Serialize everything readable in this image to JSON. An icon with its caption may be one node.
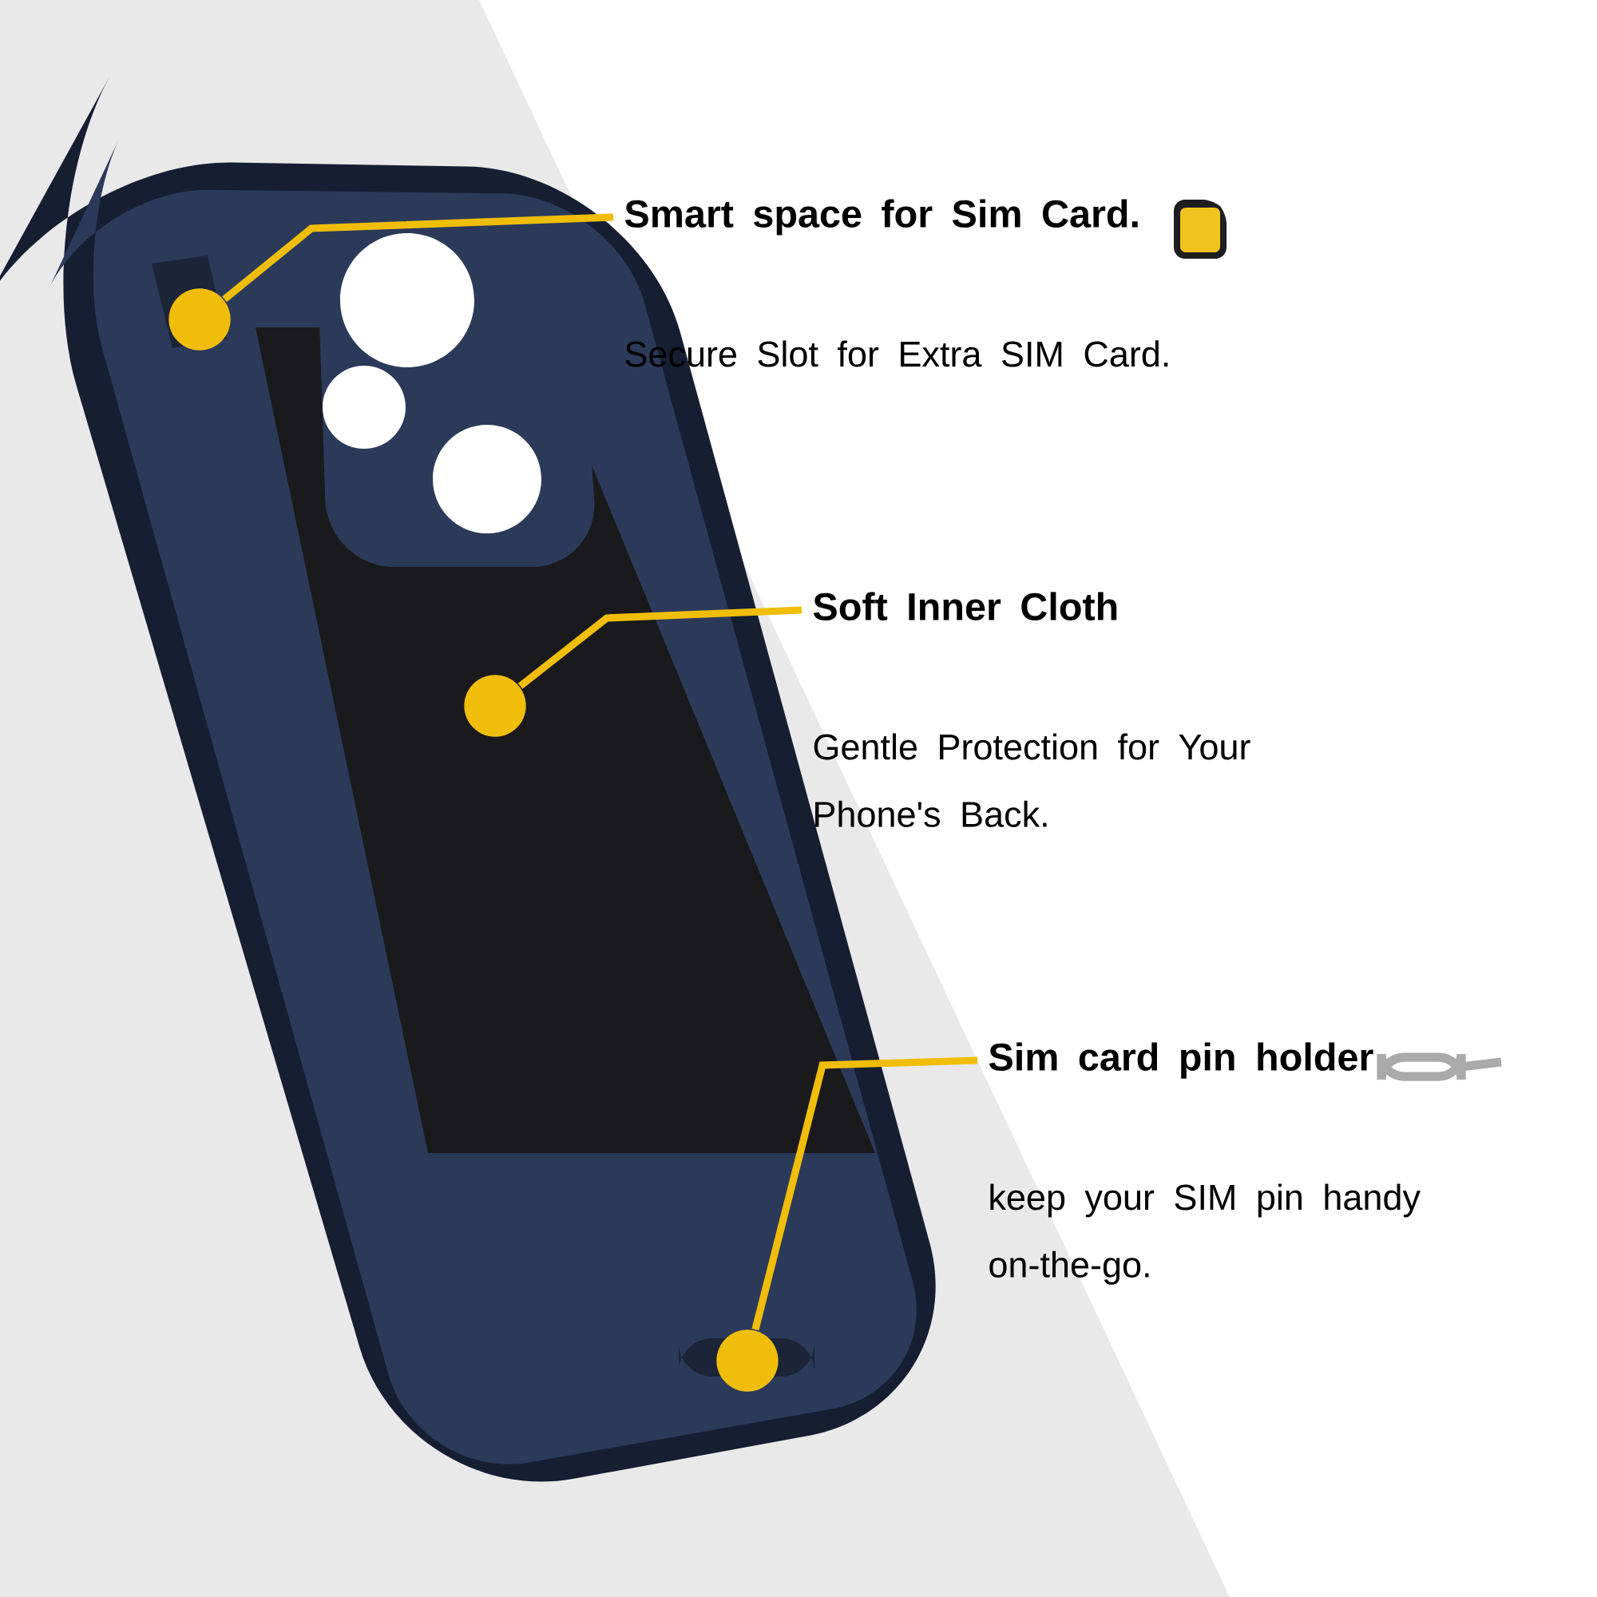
{
  "diagram": {
    "nodes": [
      {
        "text": [
          "Smart space for Sim Card.",
          "Secure Slot for Extra SIM Card."
        ]
      },
      {
        "text": [],
        "shape": "circle"
      },
      {
        "text": [
          "Soft Inner Cloth",
          "Gentle Protection for Your Phone's Back."
        ]
      },
      {
        "text": [],
        "shape": "circle"
      },
      {
        "text": [
          "Sim card pin holder",
          "keep your SIM pin handy on-the-go."
        ]
      },
      {
        "text": [],
        "shape": "circle"
      }
    ],
    "edges": [
      {
        "from": 0,
        "to": 1,
        "arrow": "none"
      },
      {
        "from": 2,
        "to": 3,
        "arrow": "none"
      },
      {
        "from": 4,
        "to": 5,
        "arrow": "none"
      }
    ]
  }
}
